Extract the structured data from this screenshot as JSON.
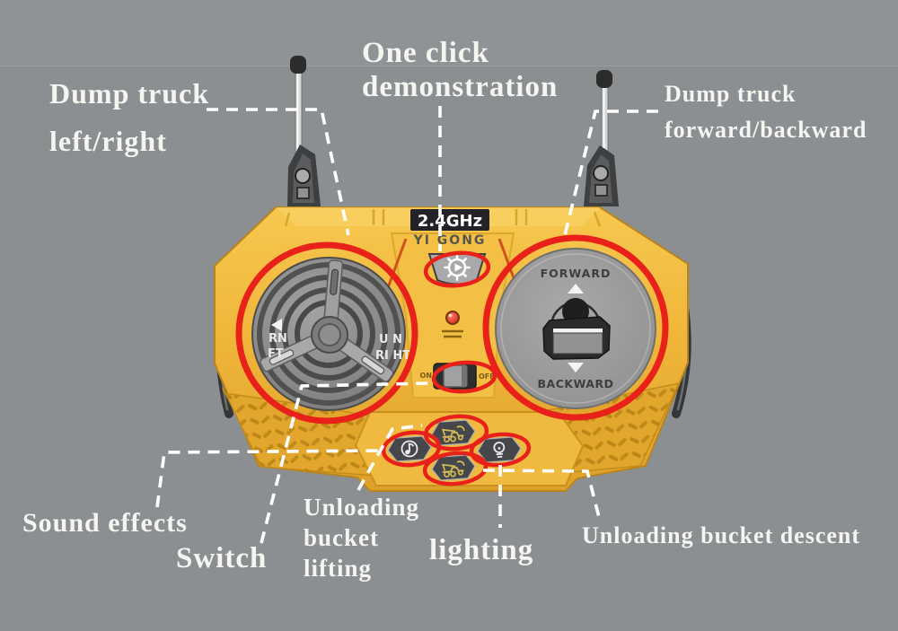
{
  "background_color": "#8b8f92",
  "annotations": {
    "line_color": "#ffffff",
    "ring_color": "#e8221a",
    "top_left": {
      "line1": "Dump truck",
      "line2": "left/right"
    },
    "top_center": {
      "line1": "One click",
      "line2": "demonstration"
    },
    "top_right": {
      "line1": "Dump truck",
      "line2": "forward/backward"
    },
    "sound_effects": "Sound effects",
    "power_switch": "Switch",
    "bucket_lifting": {
      "line1": "Unloading",
      "line2": "bucket",
      "line3": "lifting"
    },
    "lighting": "lighting",
    "bucket_descent": "Unloading bucket descent"
  },
  "controller": {
    "body_color": "#f1ba3d",
    "frequency_badge": "2.4GHz",
    "brand": "YI GONG",
    "stick": {
      "forward": "FORWARD",
      "backward": "BACKWARD"
    },
    "wheel": {
      "left_text_1": "RN",
      "left_text_2": "FT",
      "right_text_1": "U N",
      "right_text_2": "RI HT"
    },
    "power": {
      "on": "ON",
      "off": "OFF"
    },
    "icons": {
      "demo": "gear-play-icon",
      "sound": "music-note-icon",
      "lift": "dump-truck-up-icon",
      "light": "light-bulb-icon",
      "descent": "dump-truck-down-icon"
    }
  }
}
